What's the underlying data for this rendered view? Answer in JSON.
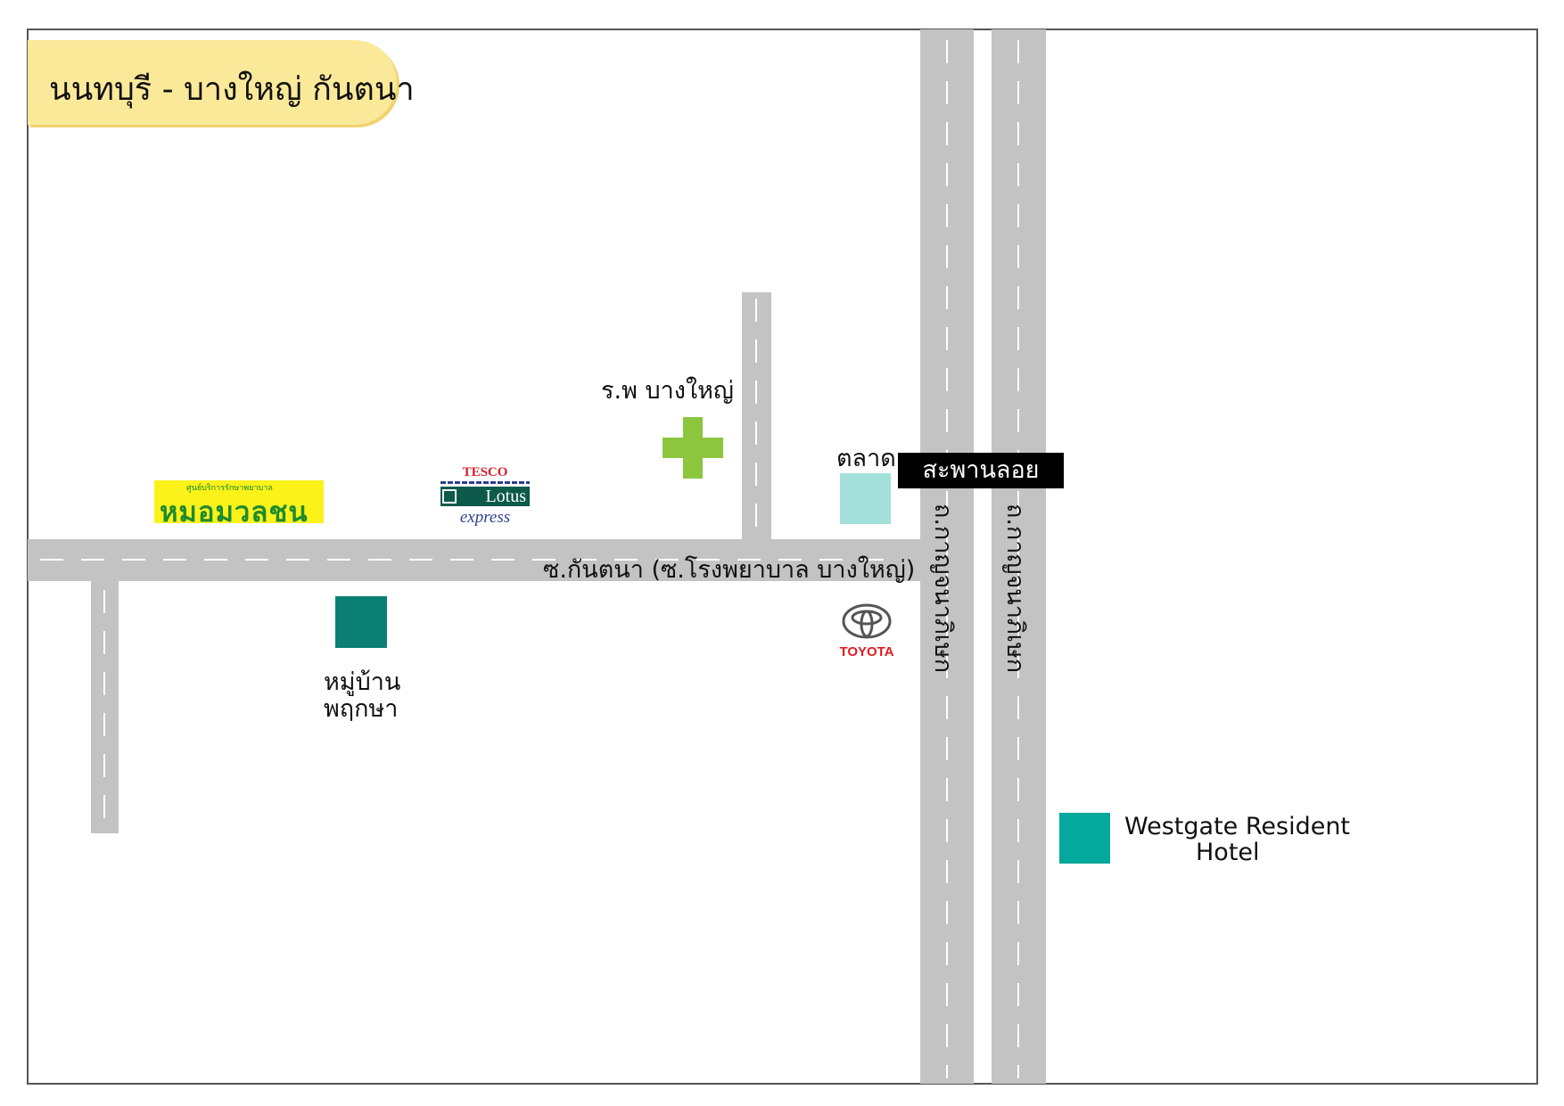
{
  "title": "นนทบุรี - บางใหญ่ กันตนา",
  "colors": {
    "road": "#c3c3c4",
    "road_marking": "#ffffff",
    "frame": "#555555",
    "title_bg": "#fbe99a",
    "village_marker": "#0b7f73",
    "market_marker": "#a3e0da",
    "hotel_marker": "#05a89c",
    "hospital_cross": "#8cc63f",
    "badge_bg": "#000000",
    "badge_text": "#ffffff"
  },
  "labels": {
    "hospital": "ร.พ บางใหญ่",
    "market": "ตลาด",
    "bridge": "สะพานลอย",
    "soi": "ซ.กันตนา (ซ.โรงพยาบาล บางใหญ่)",
    "village_line1": "หมู่บ้าน",
    "village_line2": "พฤกษา",
    "hotel_line1": "Westgate Resident",
    "hotel_line2": "Hotel",
    "road_left": "ถ.กาญจนาภิเษก",
    "road_right": "ถ.กาญจนาภิเษก"
  },
  "logos": {
    "mol_small": "ศูนย์บริการรักษาพยาบาล",
    "mol_name": "หมอมวลชน",
    "tesco_top": "TESCO",
    "tesco_mid": "Lotus",
    "tesco_bot": "express",
    "toyota": "TOYOTA"
  },
  "icons": {
    "hospital": "hospital-cross-icon",
    "toyota": "toyota-logo-icon",
    "tesco": "tesco-lotus-logo-icon",
    "mol": "mor-muanchon-logo-icon"
  }
}
